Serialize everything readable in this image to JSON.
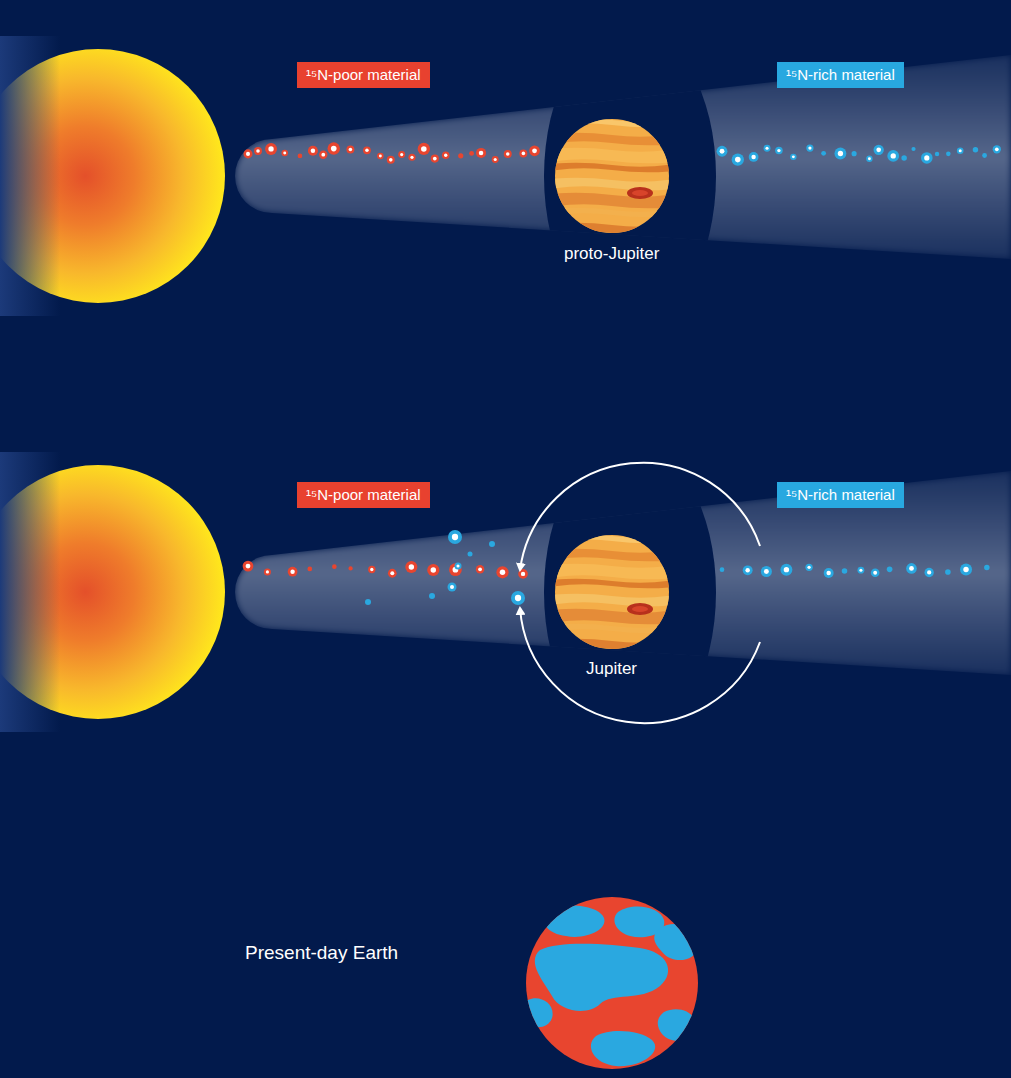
{
  "diagram": {
    "nodes": [
      {
        "text": [
          "¹⁵N-poor material"
        ]
      },
      {
        "text": [
          "¹⁵N-rich material"
        ]
      },
      {
        "text": [
          "¹⁵N-poor material"
        ]
      },
      {
        "text": [
          "¹⁵N-rich material"
        ]
      }
    ],
    "labels": [
      "proto-Jupiter",
      "Jupiter",
      "Present-day Earth"
    ]
  }
}
